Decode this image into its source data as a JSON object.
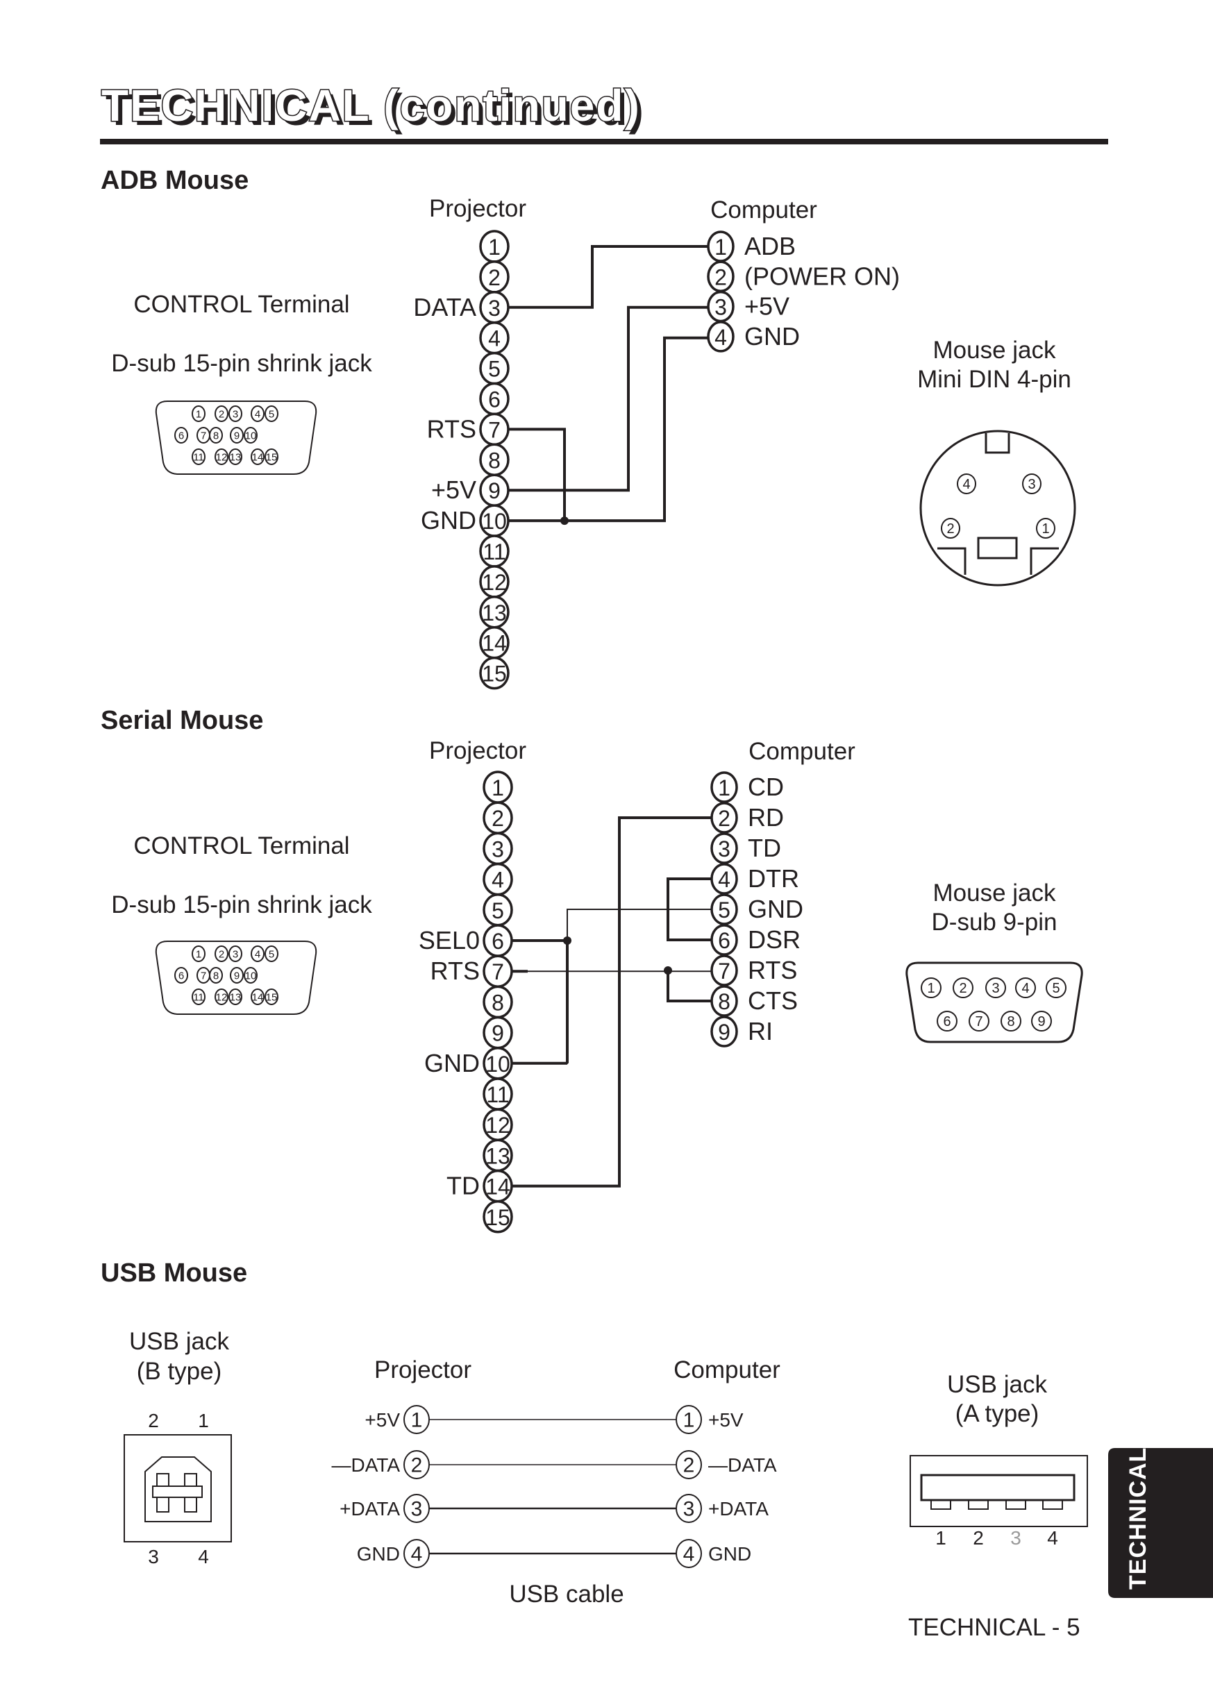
{
  "page": {
    "title": "TECHNICAL (continued)",
    "side_tab": "TECHNICAL",
    "footer": "TECHNICAL - 5"
  },
  "adb": {
    "heading": "ADB Mouse",
    "projector_label": "Projector",
    "computer_label": "Computer",
    "terminal_label": "CONTROL Terminal",
    "terminal_type": "D-sub 15-pin shrink jack",
    "jack_label_1": "Mouse jack",
    "jack_label_2": "Mini DIN 4-pin",
    "projector_pins": [
      "1",
      "2",
      "3",
      "4",
      "5",
      "6",
      "7",
      "8",
      "9",
      "10",
      "11",
      "12",
      "13",
      "14",
      "15"
    ],
    "projector_pin_labels": {
      "3": "DATA",
      "7": "RTS",
      "9": "+5V",
      "10": "GND"
    },
    "computer_pins": [
      {
        "num": "1",
        "label": "ADB"
      },
      {
        "num": "2",
        "label": "(POWER ON)"
      },
      {
        "num": "3",
        "label": "+5V"
      },
      {
        "num": "4",
        "label": "GND"
      }
    ],
    "connections": [
      {
        "from": "P3",
        "to": "C1"
      },
      {
        "from": "P9",
        "to": "C3"
      },
      {
        "from": "P10",
        "to": "C4"
      },
      {
        "from": "P7",
        "to": "P10"
      }
    ],
    "mini_din_pins": [
      "4",
      "3",
      "2",
      "1"
    ]
  },
  "serial": {
    "heading": "Serial Mouse",
    "projector_label": "Projector",
    "computer_label": "Computer",
    "terminal_label": "CONTROL Terminal",
    "terminal_type": "D-sub 15-pin shrink jack",
    "jack_label_1": "Mouse jack",
    "jack_label_2": "D-sub 9-pin",
    "projector_pins": [
      "1",
      "2",
      "3",
      "4",
      "5",
      "6",
      "7",
      "8",
      "9",
      "10",
      "11",
      "12",
      "13",
      "14",
      "15"
    ],
    "projector_pin_labels": {
      "6": "SEL0",
      "7": "RTS",
      "10": "GND",
      "14": "TD"
    },
    "computer_pins": [
      {
        "num": "1",
        "label": "CD"
      },
      {
        "num": "2",
        "label": "RD"
      },
      {
        "num": "3",
        "label": "TD"
      },
      {
        "num": "4",
        "label": "DTR"
      },
      {
        "num": "5",
        "label": "GND"
      },
      {
        "num": "6",
        "label": "DSR"
      },
      {
        "num": "7",
        "label": "RTS"
      },
      {
        "num": "8",
        "label": "CTS"
      },
      {
        "num": "9",
        "label": "RI"
      }
    ],
    "connections": [
      {
        "from": "P6",
        "to": "C5"
      },
      {
        "from": "P10",
        "to": "C5"
      },
      {
        "from": "P7",
        "to": "C7"
      },
      {
        "from": "P14",
        "to": "C2"
      },
      {
        "from": "C4",
        "to": "C6"
      },
      {
        "from": "C7",
        "to": "C8"
      }
    ],
    "dsub9_pins": [
      "1",
      "2",
      "3",
      "4",
      "5",
      "6",
      "7",
      "8",
      "9"
    ]
  },
  "usb": {
    "heading": "USB Mouse",
    "b_jack_label_1": "USB jack",
    "b_jack_label_2": "(B type)",
    "b_jack_pins_top": [
      "2",
      "1"
    ],
    "b_jack_pins_bottom": [
      "3",
      "4"
    ],
    "projector_label": "Projector",
    "computer_label": "Computer",
    "cable_label": "USB cable",
    "pins": [
      {
        "num": "1",
        "label": "+5V"
      },
      {
        "num": "2",
        "label": "—DATA"
      },
      {
        "num": "3",
        "label": "+DATA"
      },
      {
        "num": "4",
        "label": "GND"
      }
    ],
    "a_jack_label_1": "USB jack",
    "a_jack_label_2": "(A type)",
    "a_jack_pins": [
      "1",
      "2",
      "3",
      "4"
    ]
  },
  "dsub15_pins": [
    "1",
    "2",
    "3",
    "4",
    "5",
    "6",
    "7",
    "8",
    "9",
    "10",
    "11",
    "12",
    "13",
    "14",
    "15"
  ]
}
